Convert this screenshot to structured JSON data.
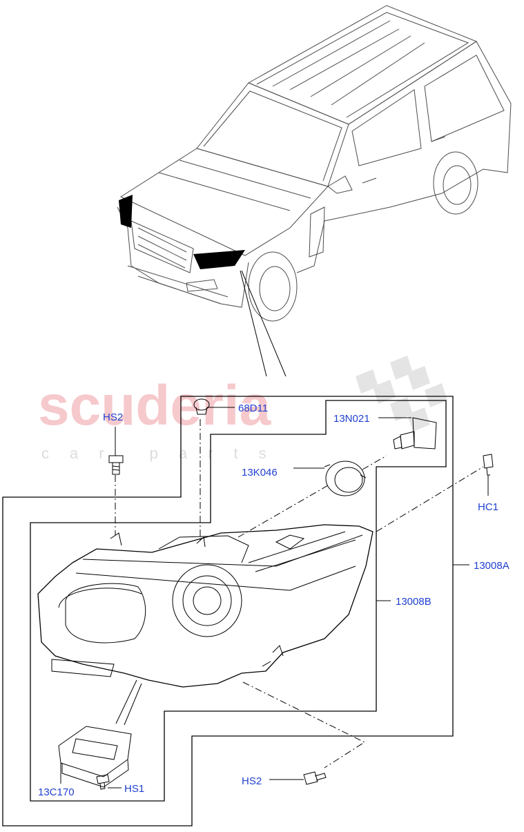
{
  "watermark": {
    "brand": "scuderia",
    "sub": "car parts"
  },
  "labels": {
    "hs2_top": "HS2",
    "p68d11": "68D11",
    "p13n021": "13N021",
    "p13k046": "13K046",
    "hc1": "HC1",
    "p13008a": "13008A",
    "p13008b": "13008B",
    "p13c170": "13C170",
    "hs1": "HS1",
    "hs2_bottom": "HS2"
  },
  "colors": {
    "label": "#1f3fd0",
    "watermark": "#f6c9cc",
    "line": "#000000"
  },
  "icons": [
    "vehicle-illustration",
    "headlamp-assembly",
    "bulb-icon",
    "dust-cap-icon",
    "screw-icon",
    "control-module-icon",
    "clip-icon"
  ]
}
